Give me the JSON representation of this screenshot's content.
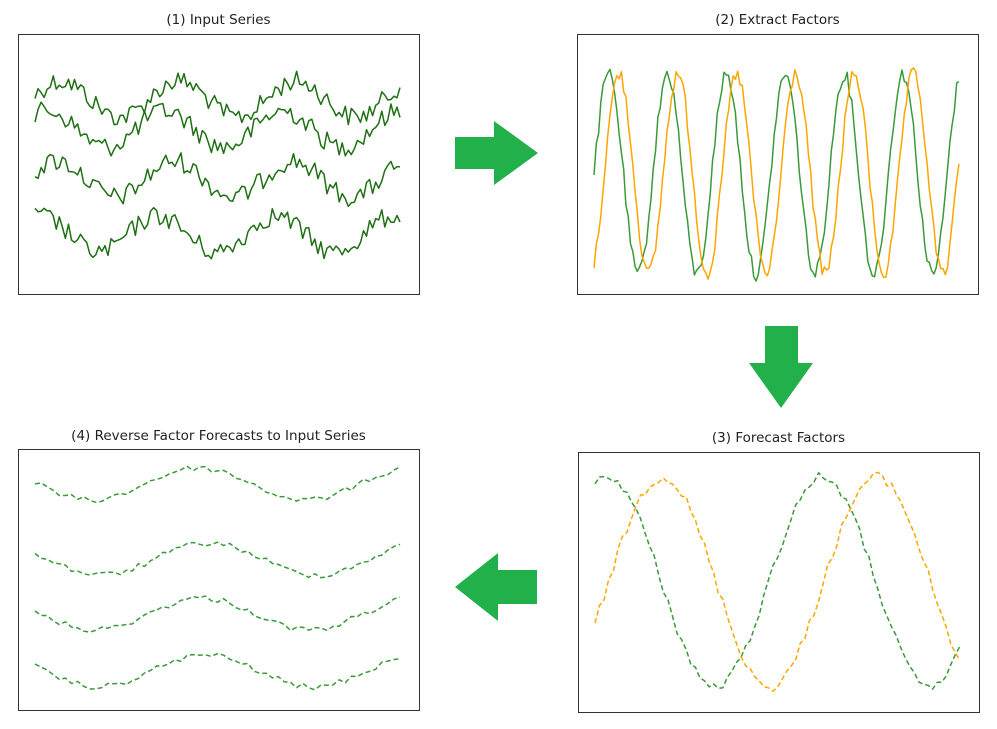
{
  "colors": {
    "arrow": "#22b04b",
    "series_green": "#1f6f14",
    "factor_green": "#3a9a3a",
    "factor_orange": "#ffa500",
    "frame": "#333333"
  },
  "panels": [
    {
      "id": "input",
      "title": "(1) Input Series"
    },
    {
      "id": "extract",
      "title": "(2) Extract Factors"
    },
    {
      "id": "forecast",
      "title": "(3) Forecast Factors"
    },
    {
      "id": "reverse",
      "title": "(4) Reverse Factor Forecasts to Input Series"
    }
  ],
  "arrows": [
    {
      "direction": "right",
      "from": "input",
      "to": "extract"
    },
    {
      "direction": "down",
      "from": "extract",
      "to": "forecast"
    },
    {
      "direction": "left",
      "from": "forecast",
      "to": "reverse"
    }
  ],
  "chart_data": [
    {
      "type": "line",
      "title": "(1) Input Series",
      "line_style": "solid",
      "series": [
        {},
        {},
        {},
        {}
      ]
    },
    {
      "type": "line",
      "title": "(2) Extract Factors",
      "line_style": "solid",
      "series": [
        {},
        {}
      ]
    },
    {
      "type": "line",
      "title": "(3) Forecast Factors",
      "line_style": "dashed",
      "series": [
        {},
        {}
      ]
    },
    {
      "type": "line",
      "title": "(4) Reverse Factor Forecasts to Input Series",
      "line_style": "dashed",
      "series": [
        {},
        {},
        {},
        {}
      ]
    }
  ]
}
